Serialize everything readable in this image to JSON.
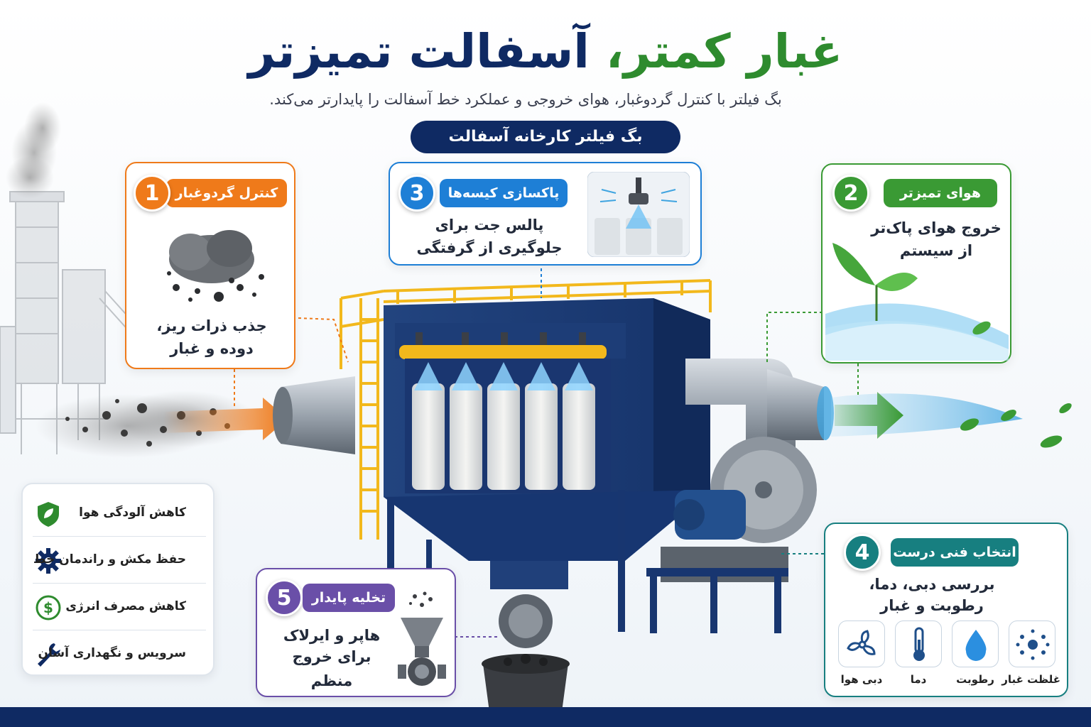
{
  "title": {
    "part_green": "غبار کمتر،",
    "part_blue": "آسفالت تمیزتر"
  },
  "subtitle": "بگ فیلتر با کنترل گردوغبار، هوای خروجی و عملکرد خط آسفالت را پایدارتر می‌کند.",
  "badge": "بگ فیلتر کارخانه آسفالت",
  "cards": {
    "dust": {
      "number": "1",
      "tag": "کنترل گردوغبار",
      "line1": "جذب ذرات ریز،",
      "line2": "دوده و غبار",
      "color": "#ef7a1a"
    },
    "clean_air": {
      "number": "2",
      "tag": "هوای تمیزتر",
      "line1": "خروج هوای پاک‌تر",
      "line2": "از سیستم",
      "color": "#3a9a34"
    },
    "bag_cleaning": {
      "number": "3",
      "tag": "پاکسازی کیسه‌ها",
      "line1": "پالس جت برای",
      "line2": "جلوگیری از گرفتگی",
      "color": "#1e7fd6"
    },
    "technical": {
      "number": "4",
      "tag": "انتخاب فنی درست",
      "line1": "بررسی دبی، دما،",
      "line2": "رطوبت و غبار",
      "color": "#177f80"
    },
    "discharge": {
      "number": "5",
      "tag": "تخلیه پایدار",
      "line1": "هاپر و ایرلاک",
      "line2": "برای خروج منظم",
      "color": "#6a4fa8"
    }
  },
  "selection_items": [
    {
      "label": "غلظت غبار",
      "icon": "dust-particles-icon"
    },
    {
      "label": "رطوبت",
      "icon": "water-drop-icon"
    },
    {
      "label": "دما",
      "icon": "thermometer-icon"
    },
    {
      "label": "دبی هوا",
      "icon": "fan-icon"
    }
  ],
  "benefits": [
    {
      "label": "کاهش آلودگی هوا",
      "icon": "shield-leaf-icon"
    },
    {
      "label": "حفظ مکش و راندمان خط",
      "icon": "gear-icon"
    },
    {
      "label": "کاهش مصرف انرژی",
      "icon": "dollar-icon"
    },
    {
      "label": "سرویس و نگهداری آسان",
      "icon": "wrench-icon"
    }
  ],
  "colors": {
    "navy": "#0f2a63",
    "green": "#2e8b2e",
    "orange": "#ef7a1a",
    "blue": "#1e7fd6",
    "teal": "#177f80",
    "purple": "#6a4fa8"
  }
}
